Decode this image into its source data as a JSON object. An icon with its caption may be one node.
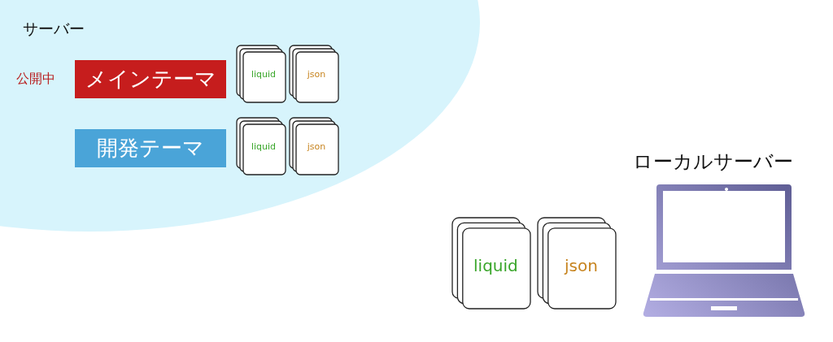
{
  "diagram": {
    "nodes": [
      {
        "text": [
          "サーバー"
        ]
      },
      {
        "text": [
          "メインテーマ"
        ],
        "beside": [
          "公開中"
        ],
        "in": 0
      },
      {
        "text": [
          "liquid"
        ],
        "in": 0
      },
      {
        "text": [
          "json"
        ],
        "in": 0
      },
      {
        "text": [
          "開発テーマ"
        ],
        "in": 0
      },
      {
        "text": [
          "liquid"
        ],
        "in": 0
      },
      {
        "text": [
          "json"
        ],
        "in": 0
      },
      {
        "text": [
          "ローカルサーバー"
        ]
      },
      {
        "text": [
          "liquid"
        ]
      },
      {
        "text": [
          "json"
        ]
      }
    ]
  }
}
